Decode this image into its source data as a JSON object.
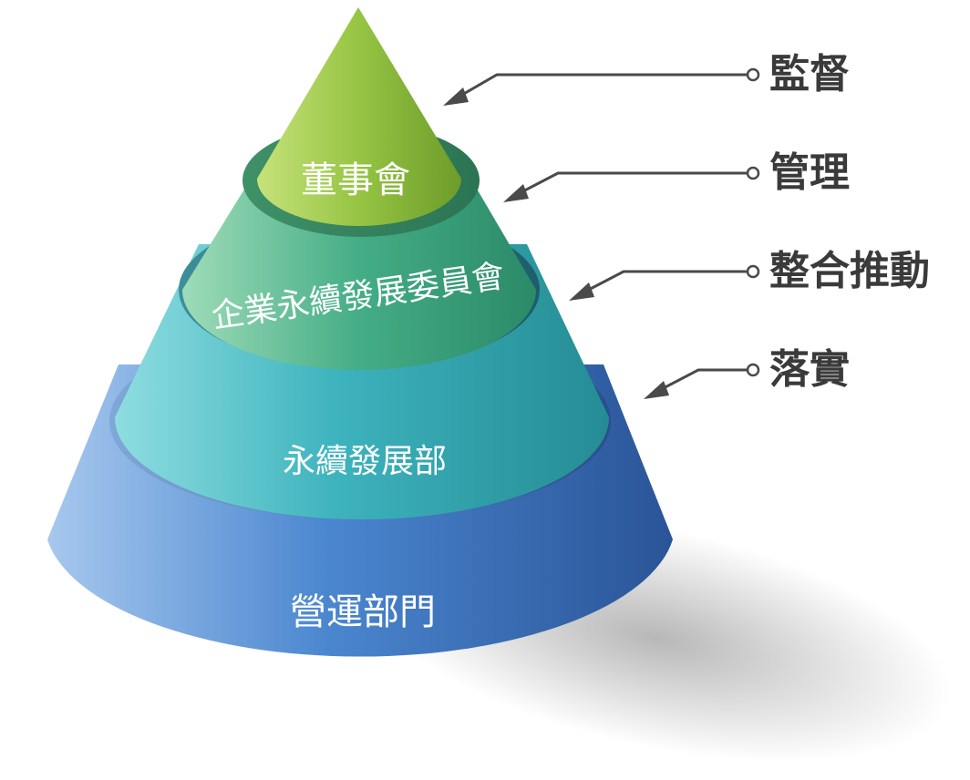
{
  "tiers": [
    {
      "label": "董事會",
      "color_light": "#b6d65a",
      "color_dark": "#7aa52c"
    },
    {
      "label": "企業永續發展委員會",
      "color_light": "#7fcf9e",
      "color_dark": "#2f9470"
    },
    {
      "label": "永續發展部",
      "color_light": "#67c9cf",
      "color_dark": "#2a8f9a"
    },
    {
      "label": "營運部門",
      "color_light": "#7aa9de",
      "color_dark": "#2c5aa0"
    }
  ],
  "roles": [
    {
      "label": "監督"
    },
    {
      "label": "管理"
    },
    {
      "label": "整合推動"
    },
    {
      "label": "落實"
    }
  ]
}
